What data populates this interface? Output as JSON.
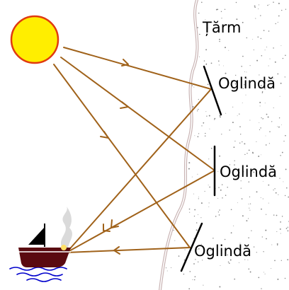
{
  "labels": {
    "shore": "Țărm",
    "mirror_1": "Oglindă",
    "mirror_2": "Oglindă",
    "mirror_3": "Oglindă"
  },
  "colors": {
    "sun_fill": "#ffee00",
    "sun_stroke": "#e03a10",
    "ray": "#a0621a",
    "shore_line": "#c9b4b4",
    "sand_dots": "#8a8a8a",
    "mirror": "#000000",
    "ship_hull": "#5a0a10",
    "sail": "#000000",
    "water": "#0000cc",
    "smoke": "#d8d8d8",
    "fire": "#ffe066"
  }
}
